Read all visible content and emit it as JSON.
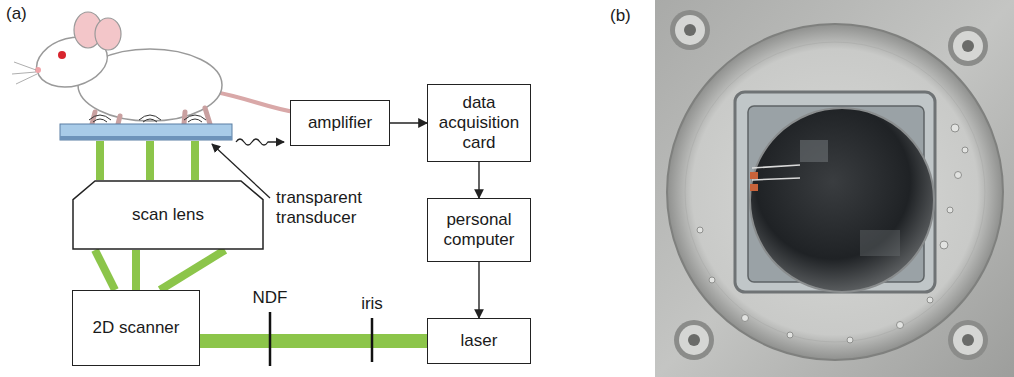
{
  "diagram": {
    "nodes": [
      {
        "text": [
          "amplifier"
        ]
      },
      {
        "text": [
          "data acquisition card"
        ]
      },
      {
        "text": [
          "personal computer"
        ]
      },
      {
        "text": [
          "scan lens"
        ]
      },
      {
        "text": [
          "2D scanner"
        ]
      },
      {
        "text": [
          "laser"
        ]
      }
    ],
    "edges": [
      {
        "from": 0,
        "to": 1,
        "arrow": "to"
      },
      {
        "from": 1,
        "to": 2,
        "arrow": "to"
      },
      {
        "from": 2,
        "to": 5,
        "arrow": "to"
      },
      {
        "from": 4,
        "to": 3,
        "arrow": "none"
      },
      {
        "from": 5,
        "to": 4,
        "arrow": "none"
      }
    ],
    "labels": [
      "(a)",
      "(b)",
      "transparent transducer",
      "NDF",
      "iris"
    ]
  }
}
